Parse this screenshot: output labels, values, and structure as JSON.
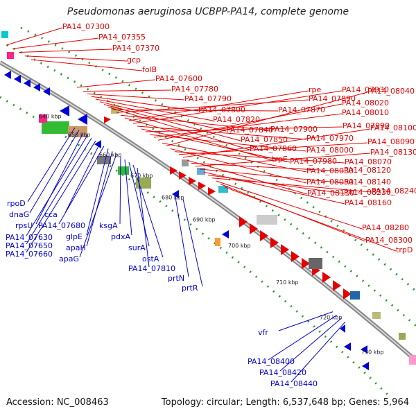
{
  "title": "Pseudomonas aeruginosa UCBPP-PA14, complete genome",
  "accession": "Accession: NC_008463",
  "topology": "Topology: circular; Length: 6,537,648 bp; Genes: 5,964",
  "colors": {
    "forward": "#e60000",
    "reverse": "#0000dd",
    "backbone": "#999999",
    "dots": "#2a9a2a"
  },
  "ruler": [
    {
      "text": "640 kbp",
      "t": 0.1
    },
    {
      "text": "650 kbp",
      "t": 0.17
    },
    {
      "text": "660 kbp",
      "t": 0.245
    },
    {
      "text": "670 kbp",
      "t": 0.32
    },
    {
      "text": "680 kbp",
      "t": 0.395
    },
    {
      "text": "690 kbp",
      "t": 0.47
    },
    {
      "text": "700 kbp",
      "t": 0.555
    },
    {
      "text": "710 kbp",
      "t": 0.67
    },
    {
      "text": "720 kbp",
      "t": 0.775
    },
    {
      "text": "730 kbp",
      "t": 0.875
    }
  ],
  "forward_labels": [
    {
      "text": "PA14_07300",
      "t": 0.015
    },
    {
      "text": "PA14_07355",
      "t": 0.03
    },
    {
      "text": "PA14_07370",
      "t": 0.045
    },
    {
      "text": "gcp",
      "t": 0.06
    },
    {
      "text": "folB",
      "t": 0.075
    },
    {
      "text": "PA14_07600",
      "t": 0.185
    },
    {
      "text": "PA14_07780",
      "t": 0.2
    },
    {
      "text": "PA14_07790",
      "t": 0.21
    },
    {
      "text": "PA14_07800",
      "t": 0.22
    },
    {
      "text": "PA14_07820",
      "t": 0.23
    },
    {
      "text": "PA14_07840",
      "t": 0.24
    },
    {
      "text": "PA14_07850",
      "t": 0.25
    },
    {
      "text": "PA14_07860",
      "t": 0.26
    },
    {
      "text": "PA14_07870",
      "t": 0.27
    },
    {
      "text": "PA14_07890",
      "t": 0.28
    },
    {
      "text": "PA14_07900",
      "t": 0.29
    },
    {
      "text": "trpE",
      "t": 0.3
    },
    {
      "text": "rpe",
      "t": 0.31
    },
    {
      "text": "PA14_07930",
      "t": 0.32
    },
    {
      "text": "PA14_07970",
      "t": 0.33
    },
    {
      "text": "PA14_07980",
      "t": 0.34
    },
    {
      "text": "PA14_07990",
      "t": 0.35
    },
    {
      "text": "PA14_08000",
      "t": 0.36
    },
    {
      "text": "PA14_08010",
      "t": 0.37
    },
    {
      "text": "PA14_08020",
      "t": 0.38
    },
    {
      "text": "PA14_08030",
      "t": 0.39
    },
    {
      "text": "PA14_08040",
      "t": 0.4
    },
    {
      "text": "PA14_08050",
      "t": 0.41
    },
    {
      "text": "PA14_08070",
      "t": 0.42
    },
    {
      "text": "PA14_08090",
      "t": 0.43
    },
    {
      "text": "PA14_08100",
      "t": 0.44
    },
    {
      "text": "PA14_08110",
      "t": 0.45
    },
    {
      "text": "PA14_08120",
      "t": 0.46
    },
    {
      "text": "PA14_08130",
      "t": 0.47
    },
    {
      "text": "PA14_08140",
      "t": 0.48
    },
    {
      "text": "PA14_08160",
      "t": 0.49
    },
    {
      "text": "PA14_08230",
      "t": 0.5
    },
    {
      "text": "PA14_08240",
      "t": 0.51
    },
    {
      "text": "PA14_08280",
      "t": 0.52
    },
    {
      "text": "PA14_08300",
      "t": 0.53
    },
    {
      "text": "trpD",
      "t": 0.54
    }
  ],
  "reverse_labels": [
    {
      "text": "rpoD",
      "t": 0.18
    },
    {
      "text": "dnaG",
      "t": 0.19
    },
    {
      "text": "rpsU",
      "t": 0.2
    },
    {
      "text": "PA14_07630",
      "t": 0.21
    },
    {
      "text": "PA14_07650",
      "t": 0.22
    },
    {
      "text": "PA14_07660",
      "t": 0.23
    },
    {
      "text": "cca",
      "t": 0.24
    },
    {
      "text": "PA14_07680",
      "t": 0.25
    },
    {
      "text": "glpE",
      "t": 0.26
    },
    {
      "text": "apaH",
      "t": 0.27
    },
    {
      "text": "apaG",
      "t": 0.28
    },
    {
      "text": "ksgA",
      "t": 0.29
    },
    {
      "text": "pdxA",
      "t": 0.3
    },
    {
      "text": "surA",
      "t": 0.31
    },
    {
      "text": "ostA",
      "t": 0.32
    },
    {
      "text": "PA14_07810",
      "t": 0.33
    },
    {
      "text": "prtN",
      "t": 0.42
    },
    {
      "text": "prtR",
      "t": 0.44
    },
    {
      "text": "vfr",
      "t": 0.8
    },
    {
      "text": "PA14_08400",
      "t": 0.81
    },
    {
      "text": "PA14_08420",
      "t": 0.82
    },
    {
      "text": "PA14_08440",
      "t": 0.83
    }
  ]
}
